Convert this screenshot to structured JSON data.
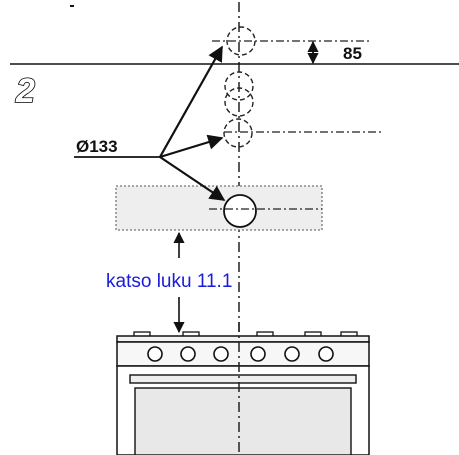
{
  "step_number": "2",
  "dimensions": {
    "offset": "85",
    "diameter": "Ø133"
  },
  "reference_text": "katso luku 11.1",
  "colors": {
    "line": "#111111",
    "reference": "#1a1adc",
    "zone_fill": "#eeeeee",
    "hob": "#f2f2f2"
  }
}
